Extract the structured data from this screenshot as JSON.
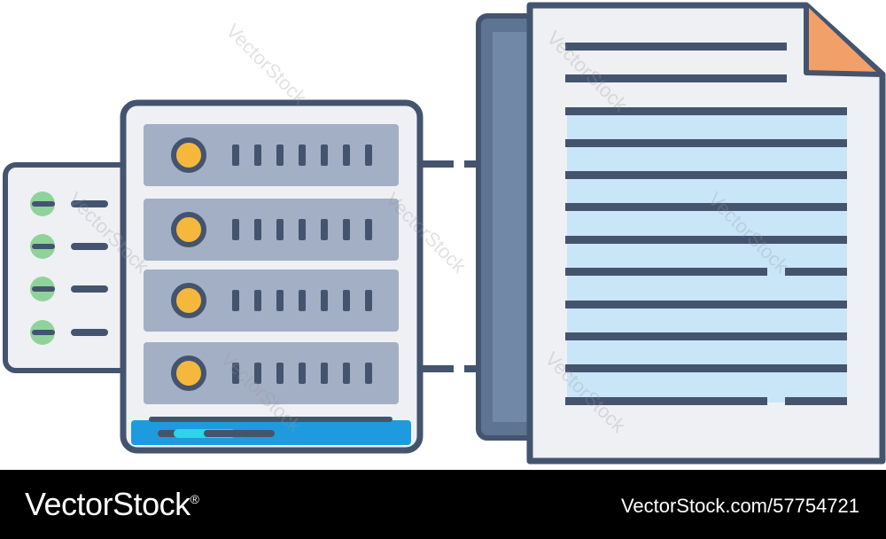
{
  "watermark": {
    "text": "VectorStock",
    "footer_brand": "VectorStock",
    "footer_brand_mark": "®",
    "image_id": "VectorStock.com/57754721"
  },
  "colors": {
    "outline": "#44546f",
    "server_panel": "#a3afc4",
    "server_body": "#eef0f3",
    "led_orange": "#f5b83d",
    "led_green": "#8fd39a",
    "drive_blue": "#1e9bde",
    "doc_paper": "#eef0f3",
    "doc_highlight": "#c9e6f8",
    "doc_corner": "#f2a06a",
    "binder": "#5d7593"
  },
  "icons": [
    "server-rack-icon",
    "storage-drawer-icon",
    "document-icon",
    "binder-icon"
  ]
}
